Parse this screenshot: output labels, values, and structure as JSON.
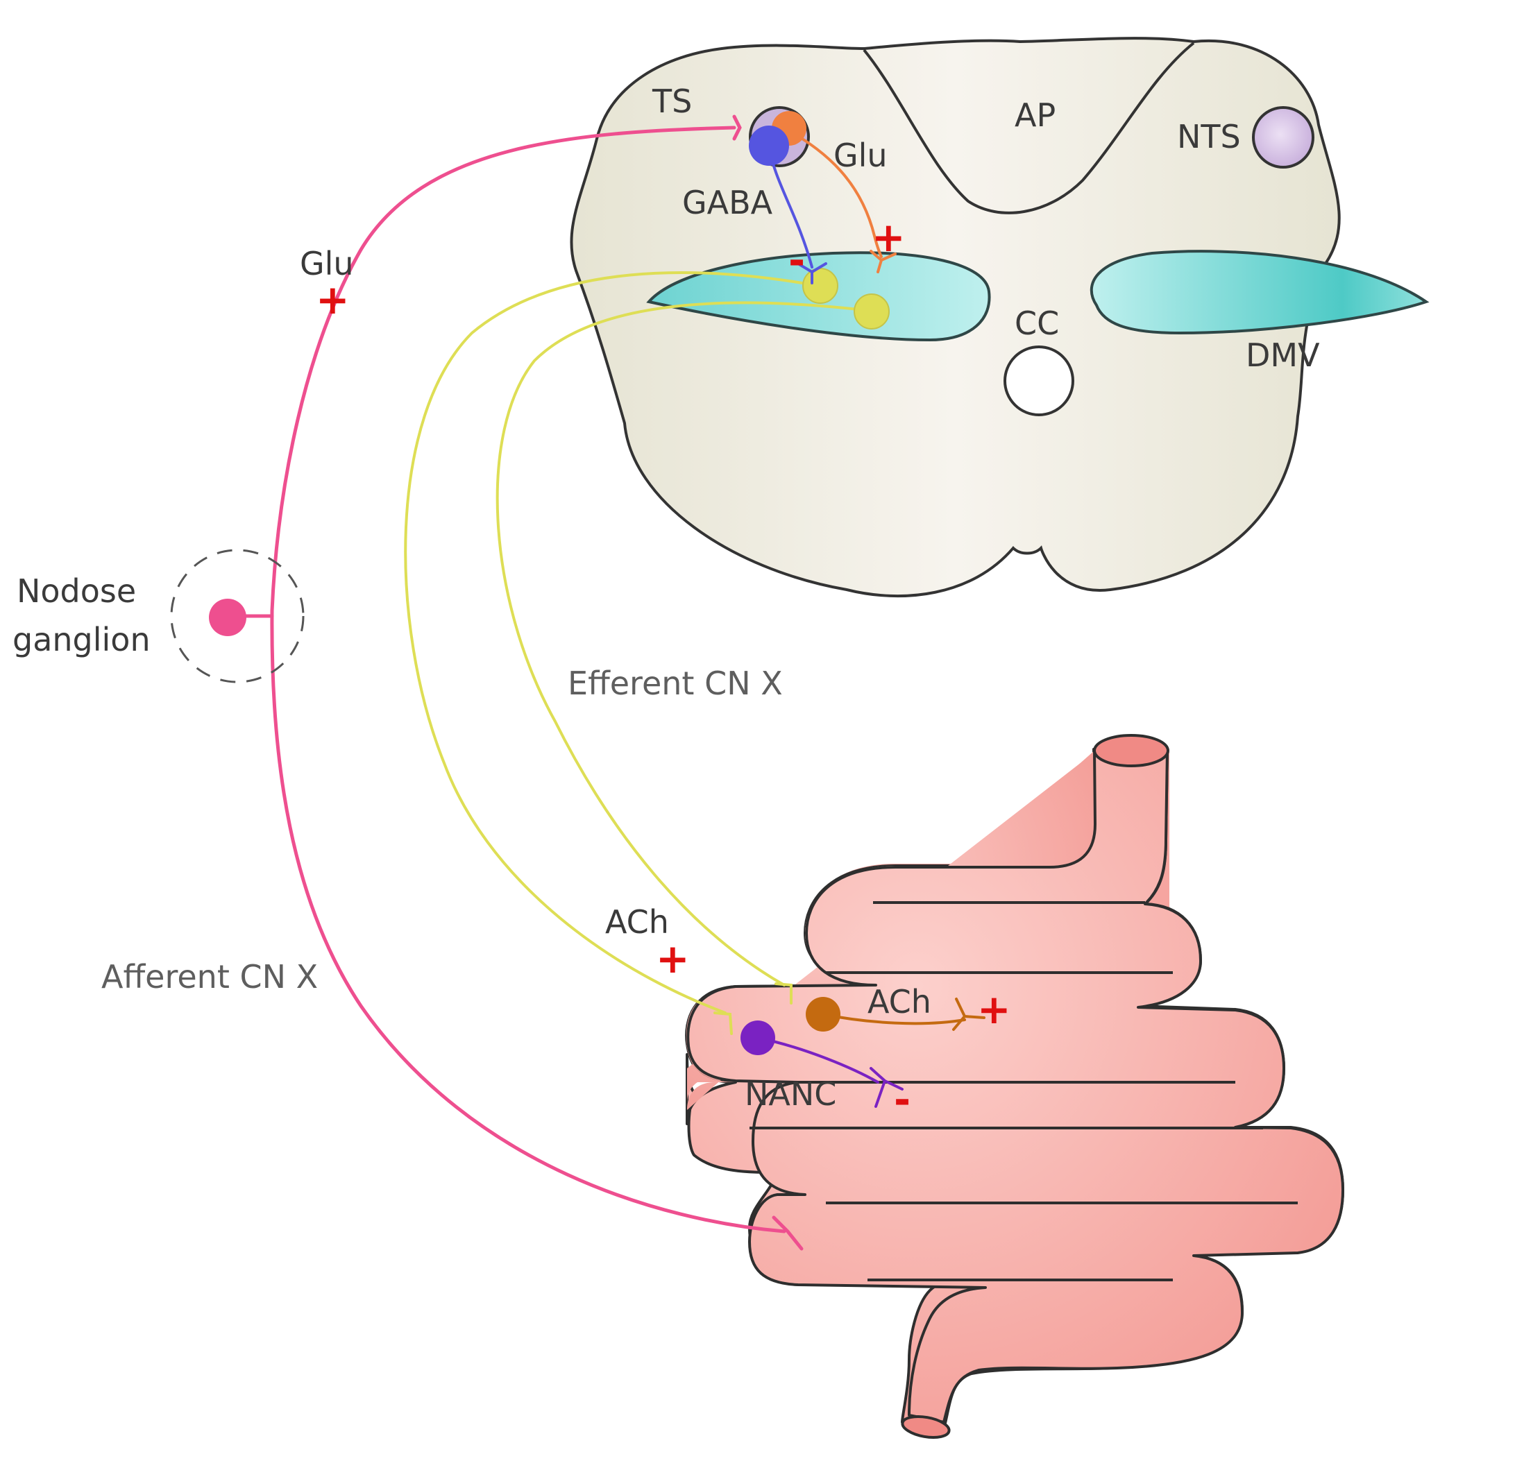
{
  "labels": {
    "ts": "TS",
    "ap": "AP",
    "nts": "NTS",
    "glu_nts": "Glu",
    "gaba": "GABA",
    "cc": "CC",
    "dmv": "DMV",
    "glu_afferent": "Glu",
    "nodose_line1": "Nodose",
    "nodose_line2": "ganglion",
    "efferent": "Efferent CN X",
    "afferent": "Afferent CN X",
    "ach_efferent": "ACh",
    "ach_enteric": "ACh",
    "nanc": "NANC"
  },
  "signs": {
    "gaba_sign": "-",
    "glu_nts_sign": "+",
    "glu_afferent_sign": "+",
    "ach_efferent_sign": "+",
    "ach_enteric_sign": "+",
    "nanc_sign": "-"
  },
  "colors": {
    "brainstem": "#ebe9dc",
    "dmv_nucleus": "#7fd9d9",
    "nts_nucleus": "#cfb9de",
    "afferent_fiber": "#ee4f8f",
    "efferent_fiber": "#dede55",
    "gaba_neuron": "#5555e0",
    "glu_neuron": "#f08040",
    "ach_neuron": "#c46a10",
    "nanc_neuron": "#7a22c2",
    "intestine": "#f6a5a0",
    "sign": "#e01010"
  }
}
